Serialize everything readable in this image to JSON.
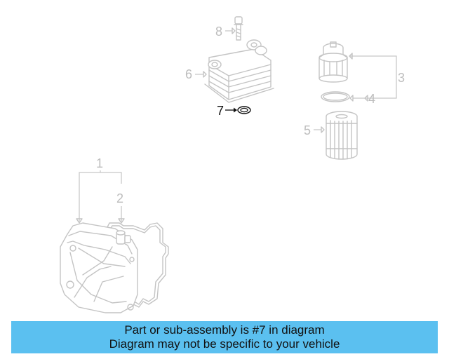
{
  "callouts": {
    "c1": "1",
    "c2": "2",
    "c3": "3",
    "c4": "4",
    "c5": "5",
    "c6": "6",
    "c7": "7",
    "c8": "8"
  },
  "highlighted_part": "7",
  "colors": {
    "banner": "#5bc0f0",
    "part_outline": "#c4c4c4",
    "highlight": "#111111"
  },
  "banner": {
    "line1": "Part or sub-assembly is #7 in diagram",
    "line2": "Diagram may not be specific to your vehicle"
  }
}
